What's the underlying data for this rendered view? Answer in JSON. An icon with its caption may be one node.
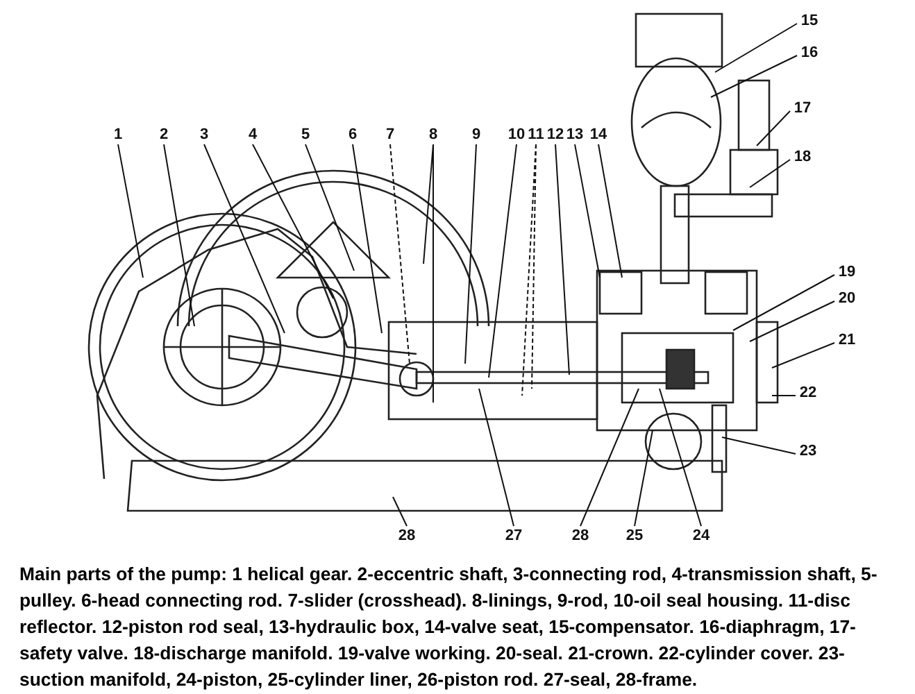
{
  "diagram": {
    "caption": "Main parts of the pump: 1 helical gear. 2-eccentric shaft, 3-connecting rod, 4-transmission shaft, 5-pulley. 6-head connecting rod. 7-slider (crosshead). 8-linings, 9-rod, 10-oil seal housing. 11-disc reflector. 12-piston rod seal, 13-hydraulic box, 14-valve seat, 15-compensator. 16-diaphragm, 17-safety valve. 18-discharge manifold. 19-valve working. 20-seal. 21-crown. 22-cylinder cover. 23-suction manifold, 24-piston, 25-cylinder liner, 26-piston rod. 27-seal, 28-frame.",
    "nodes": [
      {
        "text": [
          "1"
        ]
      },
      {
        "text": [
          "2"
        ]
      },
      {
        "text": [
          "3"
        ]
      },
      {
        "text": [
          "4"
        ]
      },
      {
        "text": [
          "5"
        ]
      },
      {
        "text": [
          "6"
        ]
      },
      {
        "text": [
          "7"
        ]
      },
      {
        "text": [
          "8"
        ]
      },
      {
        "text": [
          "9"
        ]
      },
      {
        "text": [
          "10"
        ]
      },
      {
        "text": [
          "11"
        ]
      },
      {
        "text": [
          "12"
        ]
      },
      {
        "text": [
          "13"
        ]
      },
      {
        "text": [
          "14"
        ]
      },
      {
        "text": [
          "15"
        ]
      },
      {
        "text": [
          "16"
        ]
      },
      {
        "text": [
          "17"
        ]
      },
      {
        "text": [
          "18"
        ]
      },
      {
        "text": [
          "19"
        ]
      },
      {
        "text": [
          "20"
        ]
      },
      {
        "text": [
          "21"
        ]
      },
      {
        "text": [
          "22"
        ]
      },
      {
        "text": [
          "23"
        ]
      },
      {
        "text": [
          "28"
        ]
      },
      {
        "text": [
          "27"
        ]
      },
      {
        "text": [
          "28"
        ]
      },
      {
        "text": [
          "25"
        ]
      },
      {
        "text": [
          "24"
        ]
      }
    ],
    "edges": [
      {
        "from": 0,
        "to": null,
        "arrow": "none"
      },
      {
        "from": 1,
        "to": null,
        "arrow": "none"
      },
      {
        "from": 2,
        "to": null,
        "arrow": "none"
      },
      {
        "from": 3,
        "to": null,
        "arrow": "none"
      },
      {
        "from": 4,
        "to": null,
        "arrow": "none"
      },
      {
        "from": 5,
        "to": null,
        "arrow": "none"
      },
      {
        "from": 6,
        "to": null,
        "arrow": "none",
        "style": "dashed"
      },
      {
        "from": 7,
        "to": null,
        "arrow": "none"
      },
      {
        "from": 7,
        "to": null,
        "arrow": "none"
      },
      {
        "from": 8,
        "to": null,
        "arrow": "none"
      },
      {
        "from": 9,
        "to": null,
        "arrow": "none"
      },
      {
        "from": 10,
        "to": null,
        "arrow": "none",
        "style": "dashed"
      },
      {
        "from": 10,
        "to": null,
        "arrow": "none",
        "style": "dashed"
      },
      {
        "from": 11,
        "to": null,
        "arrow": "none"
      },
      {
        "from": 12,
        "to": null,
        "arrow": "none"
      },
      {
        "from": 13,
        "to": null,
        "arrow": "none"
      },
      {
        "from": 14,
        "to": null,
        "arrow": "none"
      },
      {
        "from": 15,
        "to": null,
        "arrow": "none"
      },
      {
        "from": 16,
        "to": null,
        "arrow": "none"
      },
      {
        "from": 17,
        "to": null,
        "arrow": "none"
      },
      {
        "from": 18,
        "to": null,
        "arrow": "none"
      },
      {
        "from": 19,
        "to": null,
        "arrow": "none"
      },
      {
        "from": 20,
        "to": null,
        "arrow": "none"
      },
      {
        "from": 21,
        "to": null,
        "arrow": "none"
      },
      {
        "from": 22,
        "to": null,
        "arrow": "none"
      },
      {
        "from": 23,
        "to": null,
        "arrow": "none"
      },
      {
        "from": 24,
        "to": null,
        "arrow": "none"
      },
      {
        "from": 25,
        "to": null,
        "arrow": "none"
      },
      {
        "from": 26,
        "to": null,
        "arrow": "none"
      },
      {
        "from": 27,
        "to": null,
        "arrow": "none"
      }
    ]
  }
}
